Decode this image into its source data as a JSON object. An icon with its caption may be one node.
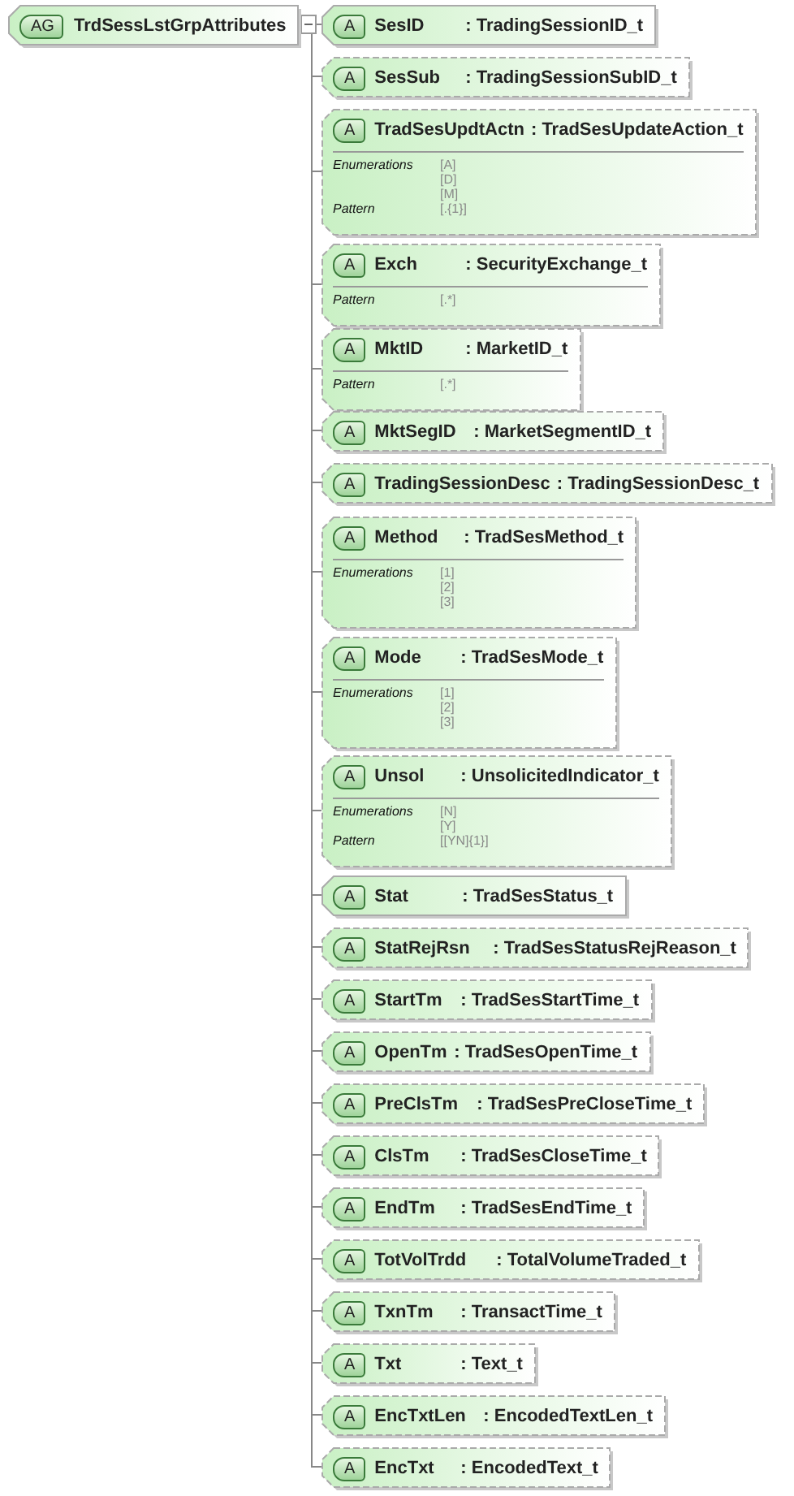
{
  "diagram": {
    "nodes": [
      {
        "text": [
          "AG",
          "TrdSessLstGrpAttributes"
        ]
      },
      {
        "text": [
          "A",
          "SesID",
          ": TradingSessionID_t"
        ]
      },
      {
        "text": [
          "A",
          "SesSub",
          ": TradingSessionSubID_t"
        ]
      },
      {
        "text": [
          "A",
          "TradSesUpdtActn",
          ": TradSesUpdateAction_t",
          "Enumerations",
          "[A]",
          "[D]",
          "[M]",
          "Pattern",
          "[.{1}]"
        ]
      },
      {
        "text": [
          "A",
          "Exch",
          ": SecurityExchange_t",
          "Pattern",
          "[.*]"
        ]
      },
      {
        "text": [
          "A",
          "MktID",
          ": MarketID_t",
          "Pattern",
          "[.*]"
        ]
      },
      {
        "text": [
          "A",
          "MktSegID",
          ": MarketSegmentID_t"
        ]
      },
      {
        "text": [
          "A",
          "TradingSessionDesc",
          ": TradingSessionDesc_t"
        ]
      },
      {
        "text": [
          "A",
          "Method",
          ": TradSesMethod_t",
          "Enumerations",
          "[1]",
          "[2]",
          "[3]"
        ]
      },
      {
        "text": [
          "A",
          "Mode",
          ": TradSesMode_t",
          "Enumerations",
          "[1]",
          "[2]",
          "[3]"
        ]
      },
      {
        "text": [
          "A",
          "Unsol",
          ": UnsolicitedIndicator_t",
          "Enumerations",
          "[N]",
          "[Y]",
          "Pattern",
          "[[YN]{1}]"
        ]
      },
      {
        "text": [
          "A",
          "Stat",
          ": TradSesStatus_t"
        ]
      },
      {
        "text": [
          "A",
          "StatRejRsn",
          ": TradSesStatusRejReason_t"
        ]
      },
      {
        "text": [
          "A",
          "StartTm",
          ": TradSesStartTime_t"
        ]
      },
      {
        "text": [
          "A",
          "OpenTm",
          ": TradSesOpenTime_t"
        ]
      },
      {
        "text": [
          "A",
          "PreClsTm",
          ": TradSesPreCloseTime_t"
        ]
      },
      {
        "text": [
          "A",
          "ClsTm",
          ": TradSesCloseTime_t"
        ]
      },
      {
        "text": [
          "A",
          "EndTm",
          ": TradSesEndTime_t"
        ]
      },
      {
        "text": [
          "A",
          "TotVolTrdd",
          ": TotalVolumeTraded_t"
        ]
      },
      {
        "text": [
          "A",
          "TxnTm",
          ": TransactTime_t"
        ]
      },
      {
        "text": [
          "A",
          "Txt",
          ": Text_t"
        ]
      },
      {
        "text": [
          "A",
          "EncTxtLen",
          ": EncodedTextLen_t"
        ]
      },
      {
        "text": [
          "A",
          "EncTxt",
          ": EncodedText_t"
        ]
      }
    ],
    "edges": [
      {
        "from": 0,
        "to": 1,
        "arrow": "none"
      },
      {
        "from": 0,
        "to": 2,
        "arrow": "none"
      },
      {
        "from": 0,
        "to": 3,
        "arrow": "none"
      },
      {
        "from": 0,
        "to": 4,
        "arrow": "none"
      },
      {
        "from": 0,
        "to": 5,
        "arrow": "none"
      },
      {
        "from": 0,
        "to": 6,
        "arrow": "none"
      },
      {
        "from": 0,
        "to": 7,
        "arrow": "none"
      },
      {
        "from": 0,
        "to": 8,
        "arrow": "none"
      },
      {
        "from": 0,
        "to": 9,
        "arrow": "none"
      },
      {
        "from": 0,
        "to": 10,
        "arrow": "none"
      },
      {
        "from": 0,
        "to": 11,
        "arrow": "none"
      },
      {
        "from": 0,
        "to": 12,
        "arrow": "none"
      },
      {
        "from": 0,
        "to": 13,
        "arrow": "none"
      },
      {
        "from": 0,
        "to": 14,
        "arrow": "none"
      },
      {
        "from": 0,
        "to": 15,
        "arrow": "none"
      },
      {
        "from": 0,
        "to": 16,
        "arrow": "none"
      },
      {
        "from": 0,
        "to": 17,
        "arrow": "none"
      },
      {
        "from": 0,
        "to": 18,
        "arrow": "none"
      },
      {
        "from": 0,
        "to": 19,
        "arrow": "none"
      },
      {
        "from": 0,
        "to": 20,
        "arrow": "none"
      },
      {
        "from": 0,
        "to": 21,
        "arrow": "none"
      },
      {
        "from": 0,
        "to": 22,
        "arrow": "none"
      }
    ]
  }
}
